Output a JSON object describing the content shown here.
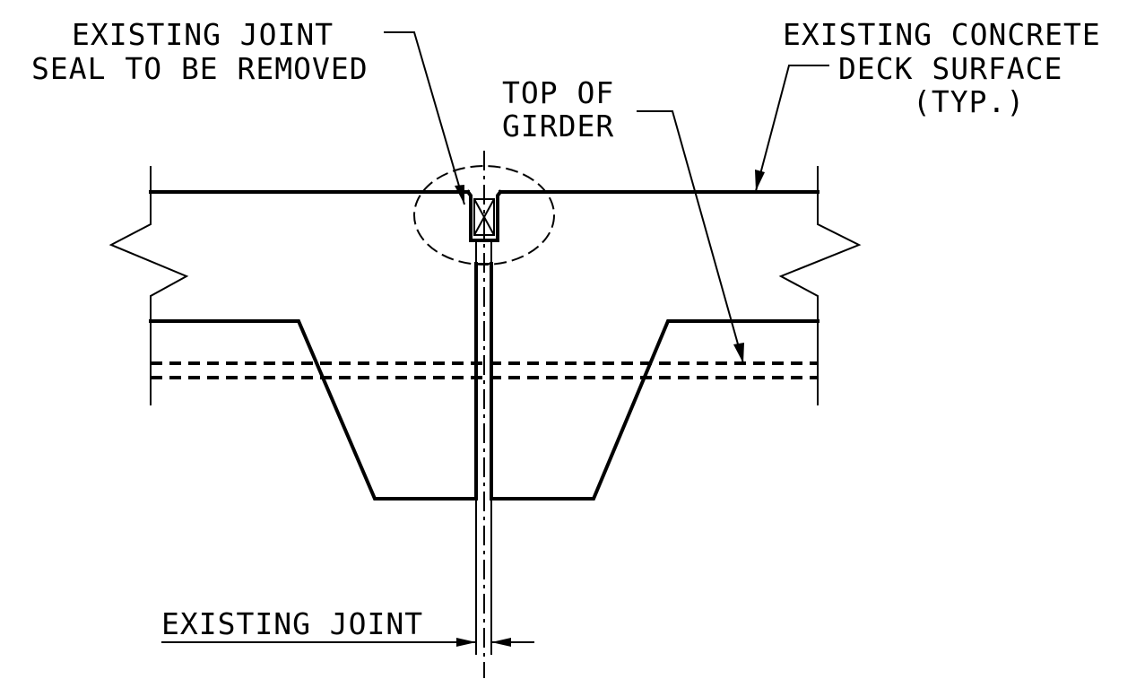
{
  "labels": {
    "joint_seal_line1": "EXISTING JOINT",
    "joint_seal_line2": "SEAL TO BE REMOVED",
    "deck_line1": "EXISTING CONCRETE",
    "deck_line2": "DECK SURFACE",
    "deck_line3": "(TYP.)",
    "girder_line1": "TOP OF",
    "girder_line2": "GIRDER",
    "joint_dimension": "EXISTING JOINT"
  }
}
